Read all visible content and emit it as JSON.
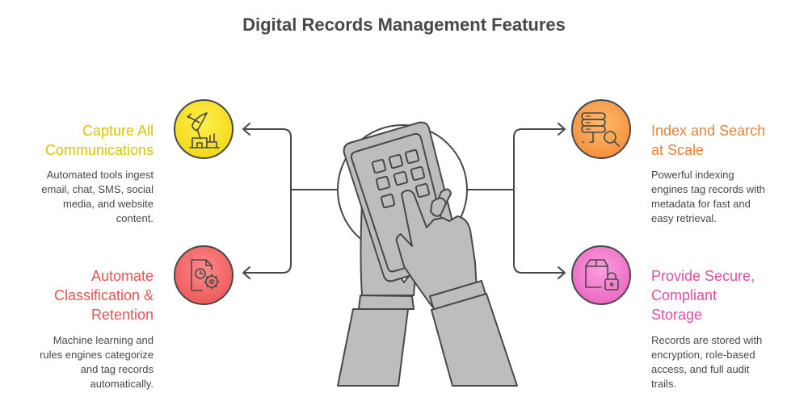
{
  "title": "Digital Records Management Features",
  "colors": {
    "capture": "#d9c400",
    "classify": "#e05555",
    "index": "#e0843a",
    "storage": "#d94fa8",
    "text": "#484848",
    "stroke": "#484848",
    "hands": "#bdbdbd"
  },
  "features": [
    {
      "id": "capture",
      "title": "Capture All Communications",
      "title_lines": [
        "Capture All",
        "Communications"
      ],
      "description_lines": [
        "Automated tools ingest",
        "email, chat, SMS, social",
        "media, and website",
        "content."
      ],
      "icon": "satellite-dish-icon",
      "circle_color": "#f5e12a"
    },
    {
      "id": "classify",
      "title": "Automate Classification & Retention",
      "title_lines": [
        "Automate",
        "Classification &",
        "Retention"
      ],
      "description_lines": [
        "Machine learning and",
        "rules engines categorize",
        "and tag records",
        "automatically."
      ],
      "icon": "document-clock-gear-icon",
      "circle_color": "#f26b6b"
    },
    {
      "id": "index",
      "title": "Index and Search at Scale",
      "title_lines": [
        "Index and Search",
        "at Scale"
      ],
      "description_lines": [
        "Powerful indexing",
        "engines tag records with",
        "metadata for fast and",
        "easy retrieval."
      ],
      "icon": "database-search-icon",
      "circle_color": "#f6a04d"
    },
    {
      "id": "storage",
      "title": "Provide Secure, Compliant Storage",
      "title_lines": [
        "Provide Secure,",
        "Compliant",
        "Storage"
      ],
      "description_lines": [
        "Records are stored with",
        "encryption, role-based",
        "access, and full audit",
        "trails."
      ],
      "icon": "box-lock-icon",
      "circle_color": "#f07ccc"
    }
  ],
  "center_icon": "hands-phone-icon"
}
